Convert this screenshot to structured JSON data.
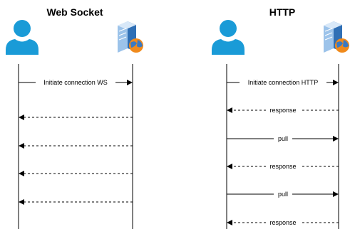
{
  "colors": {
    "user_icon": "#1a9bd7",
    "server_blue_front": "#2f6fb5",
    "server_blue_side": "#9cc3ea",
    "globe_orange": "#f08a1c",
    "globe_blue": "#3a79c2",
    "line": "#000000"
  },
  "diagrams": [
    {
      "title": "Web Socket",
      "client_icon": "user-icon",
      "server_icon": "server-globe-icon",
      "messages": [
        {
          "label": "Initiate connection WS",
          "direction": "to-server",
          "style": "solid"
        },
        {
          "label": "",
          "direction": "to-client",
          "style": "dashed"
        },
        {
          "label": "",
          "direction": "to-client",
          "style": "dashed"
        },
        {
          "label": "",
          "direction": "to-client",
          "style": "dashed"
        },
        {
          "label": "",
          "direction": "to-client",
          "style": "dashed"
        }
      ]
    },
    {
      "title": "HTTP",
      "client_icon": "user-icon",
      "server_icon": "server-globe-icon",
      "messages": [
        {
          "label": "Initiate connection HTTP",
          "direction": "to-server",
          "style": "solid"
        },
        {
          "label": "response",
          "direction": "to-client",
          "style": "dashed"
        },
        {
          "label": "pull",
          "direction": "to-server",
          "style": "solid"
        },
        {
          "label": "response",
          "direction": "to-client",
          "style": "dashed"
        },
        {
          "label": "pull",
          "direction": "to-server",
          "style": "solid"
        },
        {
          "label": "response",
          "direction": "to-client",
          "style": "dashed"
        }
      ]
    }
  ]
}
